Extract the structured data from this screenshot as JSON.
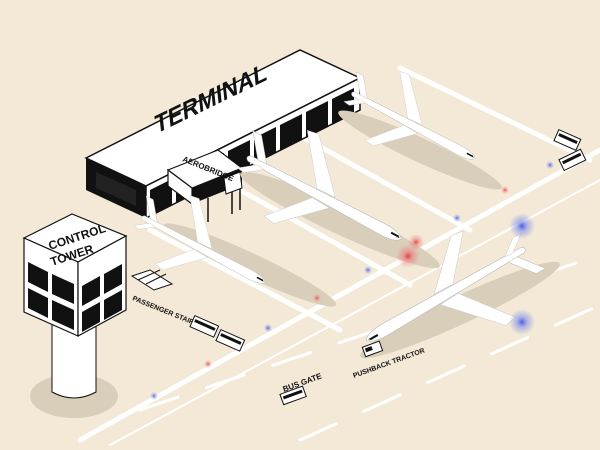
{
  "labels": {
    "terminal": "TERMINAL",
    "aerobridge": "AEROBRIDGE",
    "control_tower_line1": "CONTROL",
    "control_tower_line2": "TOWER",
    "passenger_stair": "PASSENGER STAIR",
    "bus_gate": "BUS GATE",
    "pushback_tractor": "PUSHBACK TRACTOR"
  },
  "colors": {
    "background": "#f3e9d6",
    "shadow": "#d9ceb9",
    "marking": "#ffffff",
    "structure": "#ffffff",
    "outline": "#111111",
    "light_red": "#e0303a",
    "light_blue": "#3a4fe0"
  },
  "icons": [
    "airplane-icon",
    "bus-icon",
    "vehicle-icon"
  ]
}
